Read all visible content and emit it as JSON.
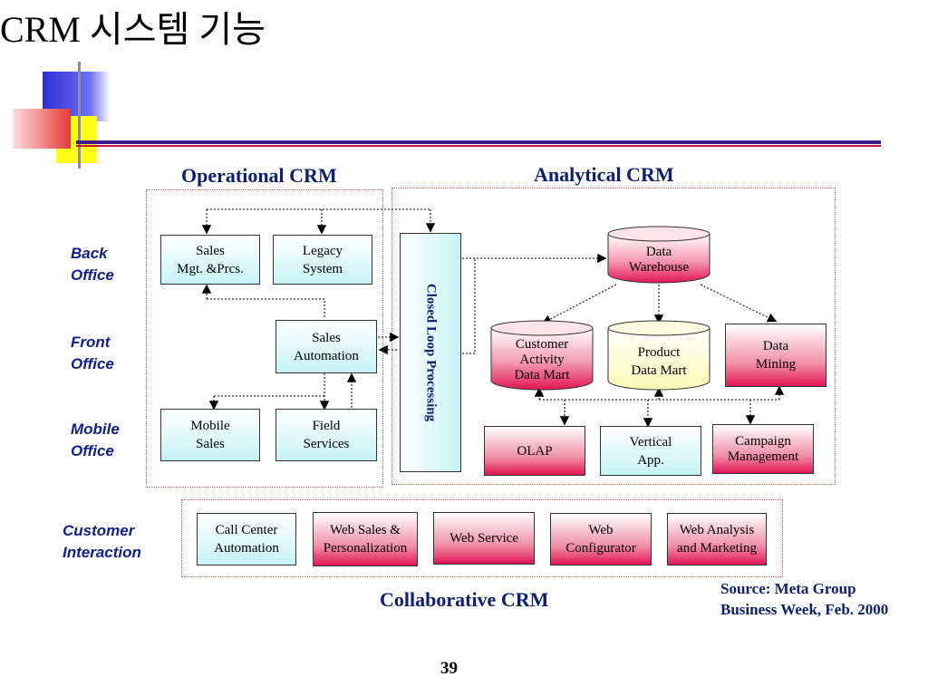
{
  "title": "CRM 시스템 기능",
  "sections": {
    "operational": "Operational CRM",
    "analytical": "Analytical CRM",
    "collaborative": "Collaborative CRM"
  },
  "row_labels": {
    "back_office": "Back\nOffice",
    "front_office": "Front\nOffice",
    "mobile_office": "Mobile\nOffice",
    "customer_interaction": "Customer\nInteraction"
  },
  "operational_boxes": {
    "sales_mgt": "Sales\nMgt. &Prcs.",
    "legacy_system": "Legacy\nSystem",
    "sales_automation": "Sales\nAutomation",
    "mobile_sales": "Mobile\nSales",
    "field_services": "Field\nServices"
  },
  "closed_loop": "Closed Loop Processing",
  "analytical_boxes": {
    "data_warehouse": "Data\nWarehouse",
    "customer_activity": "Customer\nActivity\nData Mart",
    "product_data_mart": "Product\nData Mart",
    "data_mining": "Data\nMining",
    "olap": "OLAP",
    "vertical_app": "Vertical\nApp.",
    "campaign_management": "Campaign\nManagement"
  },
  "collaborative_boxes": {
    "call_center": "Call Center\nAutomation",
    "web_sales": "Web Sales &\nPersonalization",
    "web_service": "Web Service",
    "web_configurator": "Web\nConfigurator",
    "web_analysis": "Web Analysis\nand Marketing"
  },
  "source": {
    "line1": "Source: Meta Group",
    "line2": "Business Week, Feb. 2000"
  },
  "page_number": "39",
  "colors": {
    "heading": "#0e1f70",
    "rule_dark": "#3c1d8e",
    "rule_red": "#c0133f",
    "box_cyan": "#c6f3f7",
    "box_pink": "#e21655"
  }
}
